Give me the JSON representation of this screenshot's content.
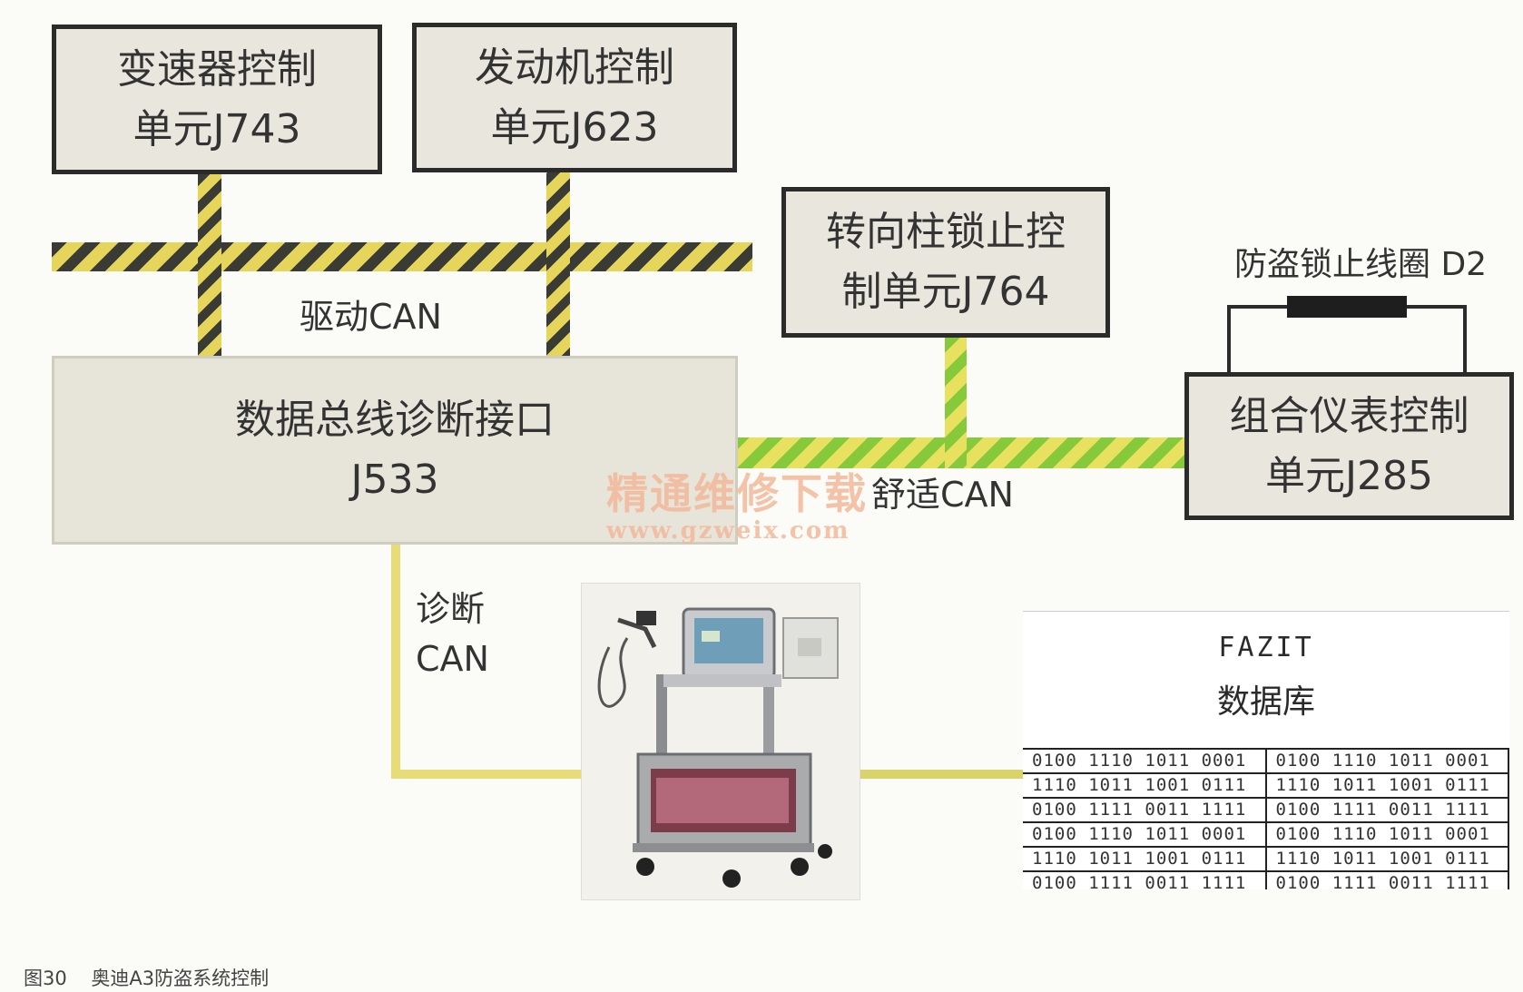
{
  "boxes": {
    "j743": {
      "line1": "变速器控制",
      "line2": "单元J743"
    },
    "j623": {
      "line1": "发动机控制",
      "line2": "单元J623"
    },
    "j764": {
      "line1": "转向柱锁止控",
      "line2": "制单元J764"
    },
    "j533": {
      "line1": "数据总线诊断接口",
      "line2": "J533"
    },
    "j285": {
      "line1": "组合仪表控制",
      "line2": "单元J285"
    }
  },
  "bus_labels": {
    "drive": "驱动CAN",
    "comfort": "舒适CAN",
    "diag_line1": "诊断",
    "diag_line2": "CAN"
  },
  "coil_label": "防盗锁止线圈 D2",
  "fazit": {
    "title": "FAZIT",
    "subtitle": "数据库",
    "rows": [
      [
        "0100 1110 1011 0001",
        "0100 1110 1011 0001"
      ],
      [
        "1110 1011 1001 0111",
        "1110 1011 1001 0111"
      ],
      [
        "0100 1111 0011 1111",
        "0100 1111 0011 1111"
      ],
      [
        "0100 1110 1011 0001",
        "0100 1110 1011 0001"
      ],
      [
        "1110 1011 1001 0111",
        "1110 1011 1001 0111"
      ],
      [
        "0100 1111 0011 1111",
        "0100 1111 0011 1111"
      ]
    ]
  },
  "watermark": {
    "line1": "精通维修下载",
    "line2": "www.gzweix.com"
  },
  "caption": {
    "figure": "图30",
    "text": "奥迪A3防盗系统控制"
  },
  "colors": {
    "drive_can": "#3b3b36",
    "drive_can_alt": "#e5d55a",
    "comfort_can": "#86c93a",
    "diag_can": "#e7dc78",
    "box_fill": "#e9e7dd"
  }
}
